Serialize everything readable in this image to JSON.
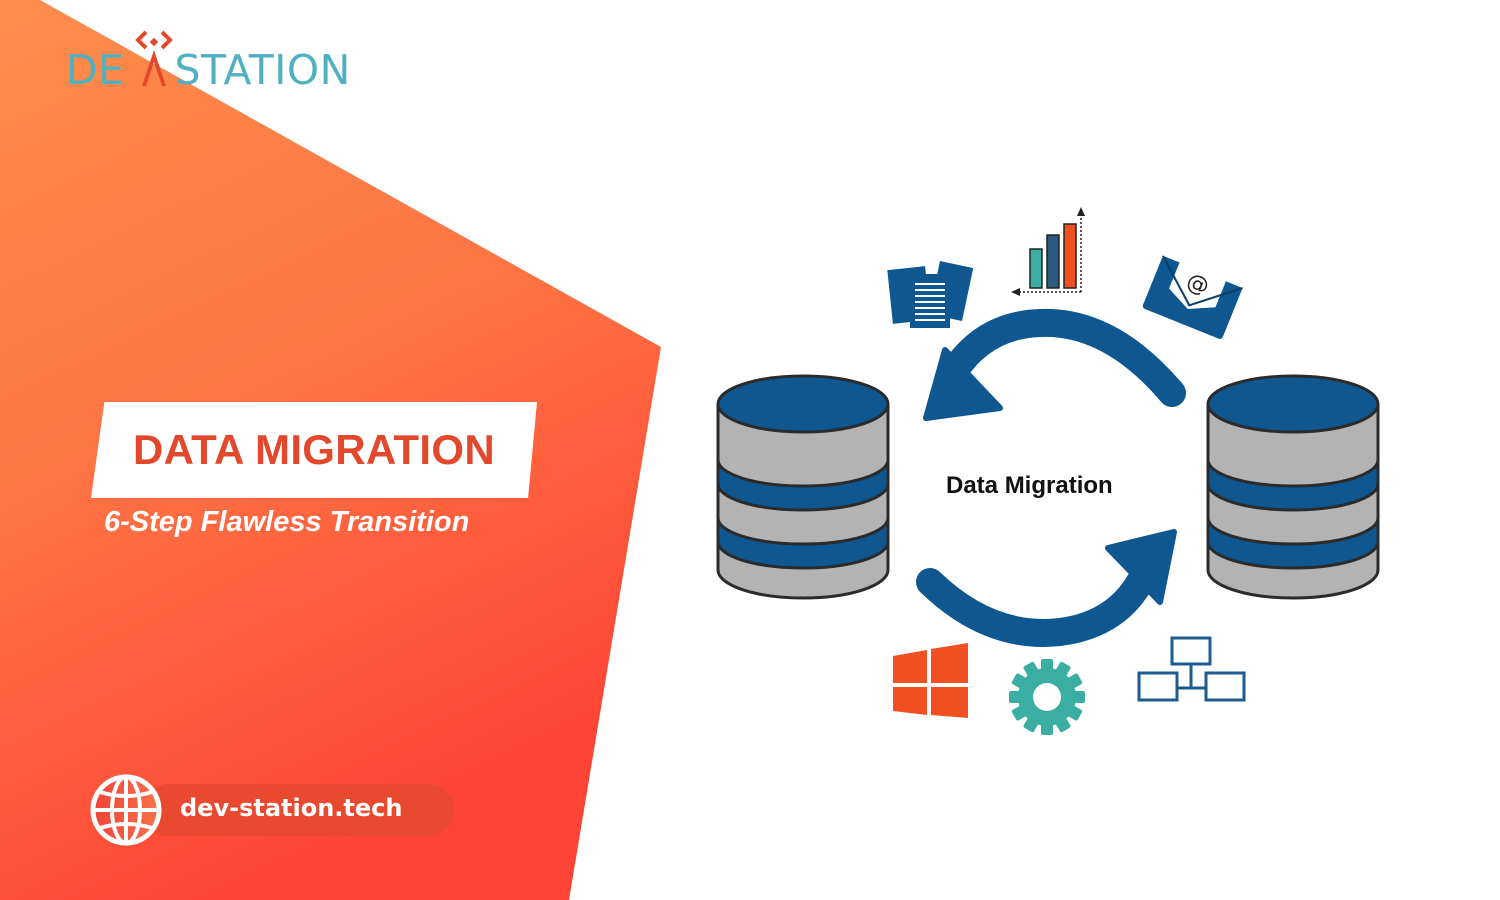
{
  "brand": {
    "logo_left": "DE",
    "logo_right": "STATION",
    "logo_color": "#4fb0c2",
    "logo_mark_color": "#e2482c"
  },
  "hero": {
    "title": "DATA MIGRATION",
    "subtitle": "6-Step Flawless Transition",
    "title_color": "#e2482c"
  },
  "footer": {
    "icon": "globe-icon",
    "url": "dev-station.tech"
  },
  "diagram": {
    "center_label": "Data Migration",
    "databases": [
      {
        "id": "source",
        "icon": "database-icon"
      },
      {
        "id": "target",
        "icon": "database-icon"
      }
    ],
    "top_icons": [
      "documents-icon",
      "bar-chart-icon",
      "email-icon"
    ],
    "bottom_icons": [
      "windows-icon",
      "gear-icon",
      "hierarchy-icon"
    ],
    "arrows": [
      "arrow-top-leftward",
      "arrow-bottom-rightward"
    ]
  },
  "colors": {
    "gradient_top": "#fe8a4b",
    "gradient_bottom": "#fe4a35",
    "navy": "#0f5790",
    "db_gray": "#b3b3b3",
    "teal": "#3aaea3",
    "orange_icon": "#f05022",
    "chart_bar_1": "#3aaea3",
    "chart_bar_2": "#2d5a80",
    "chart_bar_3": "#f05022"
  }
}
